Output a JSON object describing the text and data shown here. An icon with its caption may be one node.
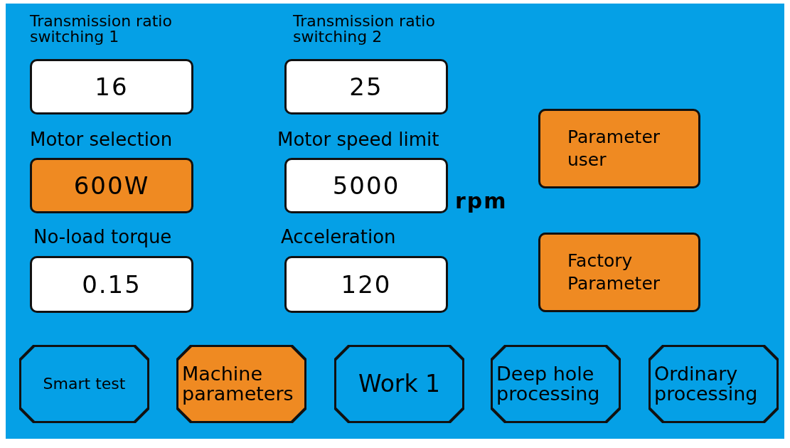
{
  "diagram": {
    "nodes": [
      {
        "text": [
          "Transmission ratio switching 1",
          "16"
        ]
      },
      {
        "text": [
          "Transmission ratio switching 2",
          "25"
        ]
      },
      {
        "text": [
          "Motor selection",
          "600W"
        ]
      },
      {
        "text": [
          "Motor speed limit",
          "5000"
        ],
        "beside": [
          "rpm"
        ]
      },
      {
        "text": [
          "Parameter user"
        ]
      },
      {
        "text": [
          "No-load torque",
          "0.15"
        ]
      },
      {
        "text": [
          "Acceleration",
          "120"
        ]
      },
      {
        "text": [
          "Factory Parameter"
        ]
      },
      {
        "text": [
          "Smart test"
        ]
      },
      {
        "text": [
          "Machine parameters"
        ]
      },
      {
        "text": [
          "Work 1"
        ]
      },
      {
        "text": [
          "Deep hole processing"
        ]
      },
      {
        "text": [
          "Ordinary processing"
        ]
      }
    ],
    "edges": []
  }
}
